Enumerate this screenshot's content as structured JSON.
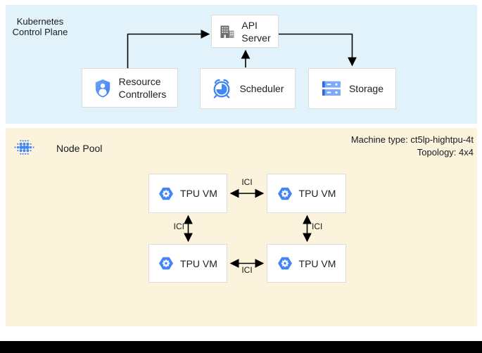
{
  "control_plane": {
    "title_line1": "Kubernetes",
    "title_line2": "Control Plane",
    "boxes": {
      "api_server": {
        "label_line1": "API",
        "label_line2": "Server",
        "icon": "building-icon"
      },
      "resource_controllers": {
        "label_line1": "Resource",
        "label_line2": "Controllers",
        "icon": "shield-user-icon"
      },
      "scheduler": {
        "label": "Scheduler",
        "icon": "alarm-clock-icon"
      },
      "storage": {
        "label": "Storage",
        "icon": "server-stack-icon"
      }
    }
  },
  "node_pool": {
    "title": "Node Pool",
    "icon": "dot-cluster-icon",
    "machine_type": "Machine type: ct5lp-hightpu-4t",
    "topology": "Topology: 4x4",
    "tpu_vm_label": "TPU VM",
    "tpu_icon": "hexagon-gear-icon",
    "interconnect_label": "ICI"
  },
  "colors": {
    "control_plane_bg": "#e1f2fb",
    "node_pool_bg": "#fbf3dc",
    "box_border": "#dcdcdc",
    "icon_blue": "#4285f4",
    "icon_blue_dark": "#3367d6",
    "icon_blue_light": "#669df6",
    "icon_gray": "#6e6e6e",
    "arrow": "#000000",
    "text": "#212121",
    "bottom_bar": "#000000"
  }
}
